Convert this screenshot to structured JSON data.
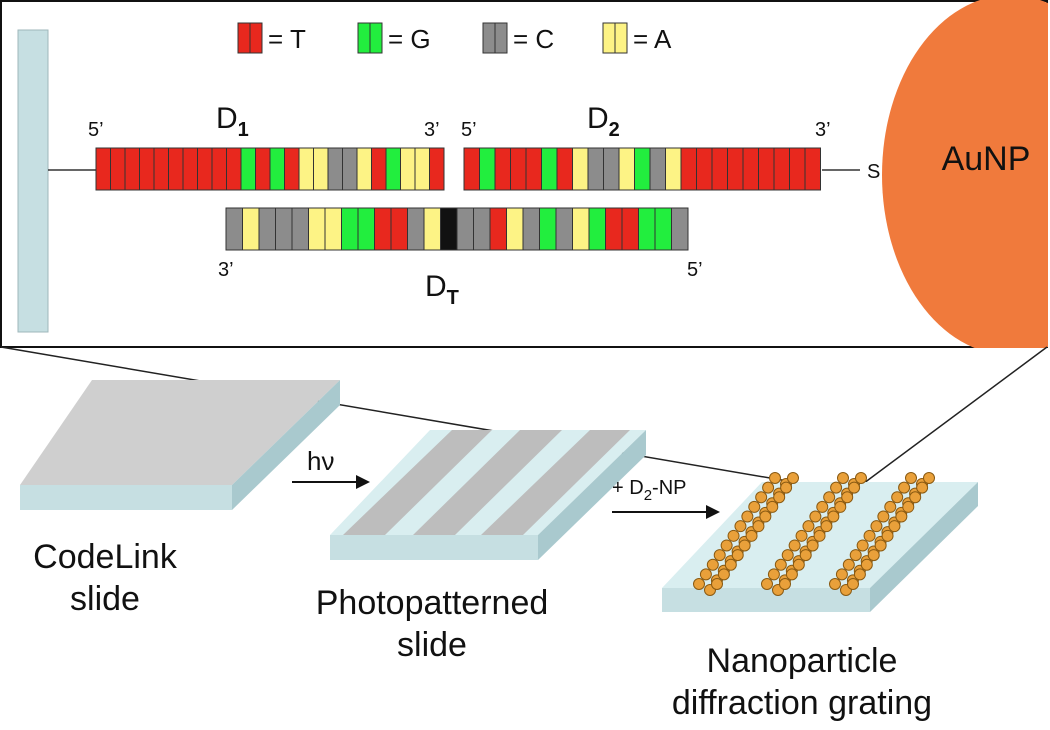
{
  "colors": {
    "T": "#e8281e",
    "G": "#22ee3e",
    "C": "#8c8c8c",
    "A": "#fdf385",
    "X": "#111111",
    "nanoparticle": "#f07a3c",
    "glass": "#c6dfe2",
    "slide_top": "#cfcfcf",
    "bead": "#e9a03a"
  },
  "legend": [
    {
      "base": "T",
      "label": "= T"
    },
    {
      "base": "G",
      "label": "= G"
    },
    {
      "base": "C",
      "label": "= C"
    },
    {
      "base": "A",
      "label": "= A"
    }
  ],
  "strands": {
    "d1": {
      "name": "D",
      "sub": "1",
      "end_left": "5’",
      "end_right": "3’",
      "sequence": "TTTTTTTTTTGTGTAACCATGAAT"
    },
    "d2": {
      "name": "D",
      "sub": "2",
      "end_left": "5’",
      "end_right": "3’",
      "sequence": "TGTTTGTACCAGCATTTTTTTTT"
    },
    "dt": {
      "name": "D",
      "sub": "T",
      "end_left": "3’",
      "end_right": "5’",
      "sequence": "CACCCAAGGTTCAXCCTACGCAGTTGGC"
    }
  },
  "thiol_label": "S",
  "particle_label": "AuNP",
  "steps": {
    "arrow1": "hν",
    "arrow2_prefix": "+ D",
    "arrow2_sub": "2",
    "arrow2_suffix": "-NP"
  },
  "slides": {
    "codelink": [
      "CodeLink",
      "slide"
    ],
    "photo": [
      "Photopatterned",
      "slide"
    ],
    "grating": [
      "Nanoparticle",
      "diffraction grating"
    ]
  }
}
